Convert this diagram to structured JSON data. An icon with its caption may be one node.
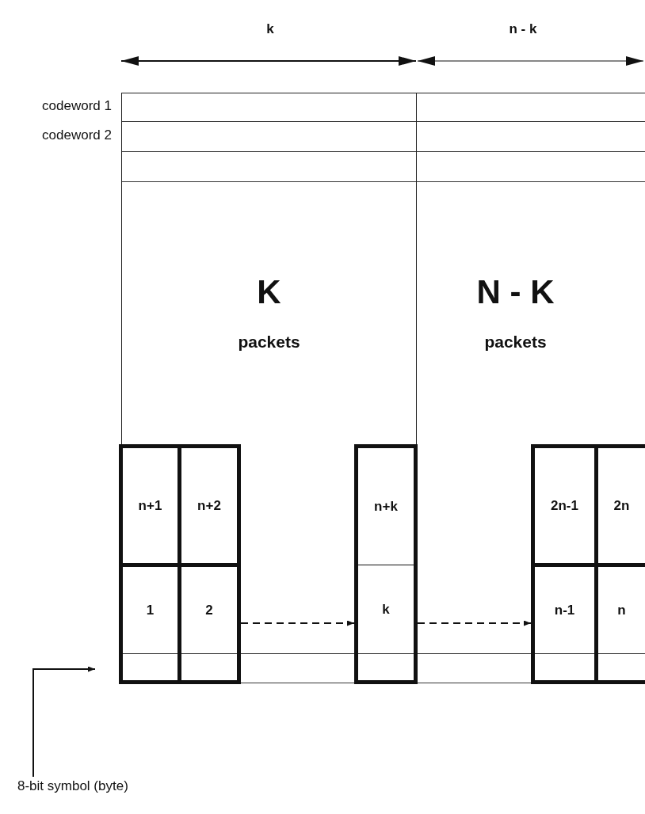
{
  "diagram": {
    "nodes": [
      {
        "text": [
          "K",
          "packets"
        ]
      },
      {
        "text": [
          "N - K",
          "packets"
        ]
      },
      {
        "text": [],
        "shape": "box"
      },
      {
        "text": [
          "n+1"
        ],
        "in": 2
      },
      {
        "text": [
          "n+2"
        ],
        "in": 2
      },
      {
        "text": [
          "1"
        ],
        "in": 2
      },
      {
        "text": [
          "2"
        ],
        "in": 2
      },
      {
        "text": [],
        "shape": "box"
      },
      {
        "text": [
          "n+k"
        ],
        "in": 7
      },
      {
        "text": [
          "k"
        ],
        "in": 7
      },
      {
        "text": [],
        "shape": "box"
      },
      {
        "text": [
          "2n-1"
        ],
        "in": 10
      },
      {
        "text": [
          "2n"
        ],
        "in": 10
      },
      {
        "text": [
          "n-1"
        ],
        "in": 10
      },
      {
        "text": [
          "n"
        ],
        "in": 10
      },
      {
        "text": [
          "8-bit symbol (byte)"
        ]
      }
    ],
    "edges": [
      {
        "from": 2,
        "to": 7,
        "arrow": "to",
        "style": "dashed"
      },
      {
        "from": 7,
        "to": 10,
        "arrow": "to",
        "style": "dashed"
      },
      {
        "from": 15,
        "to": null,
        "arrow": "to"
      }
    ],
    "labels": [
      "k",
      "n - k",
      "codeword 1",
      "codeword 2"
    ]
  }
}
